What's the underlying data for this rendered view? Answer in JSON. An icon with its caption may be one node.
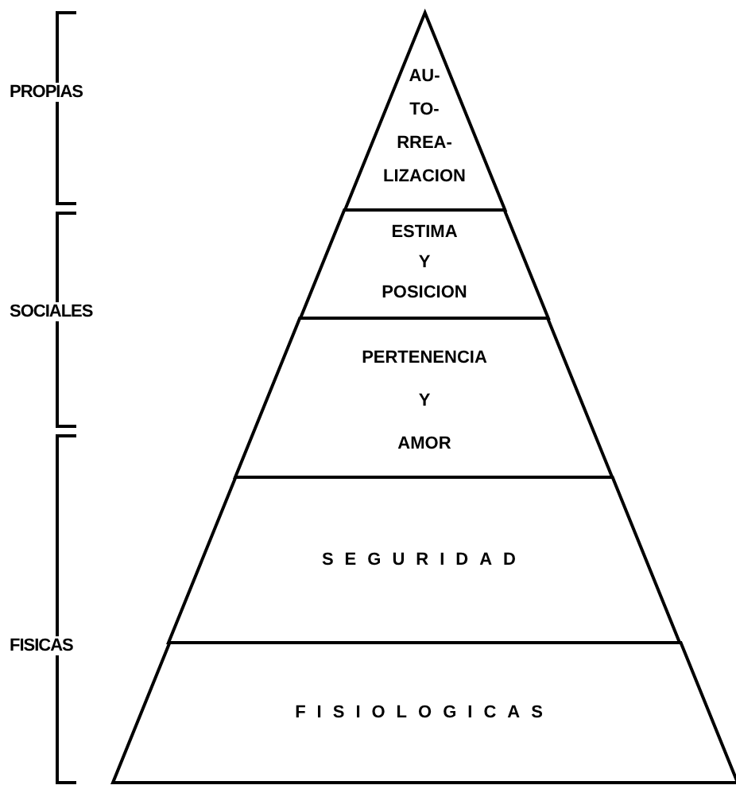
{
  "diagram": {
    "nodes": [
      {
        "text": [
          "AU- TO- RREA- LIZACION"
        ]
      },
      {
        "text": [
          "ESTIMA Y POSICION"
        ]
      },
      {
        "text": [
          "PERTENENCIA Y AMOR"
        ]
      },
      {
        "text": [
          "SEGURIDAD"
        ]
      },
      {
        "text": [
          "FISIOLOGICAS"
        ]
      }
    ],
    "edges": [],
    "labels": [
      "PROPIAS",
      "SOCIALES",
      "FISICAS"
    ]
  }
}
